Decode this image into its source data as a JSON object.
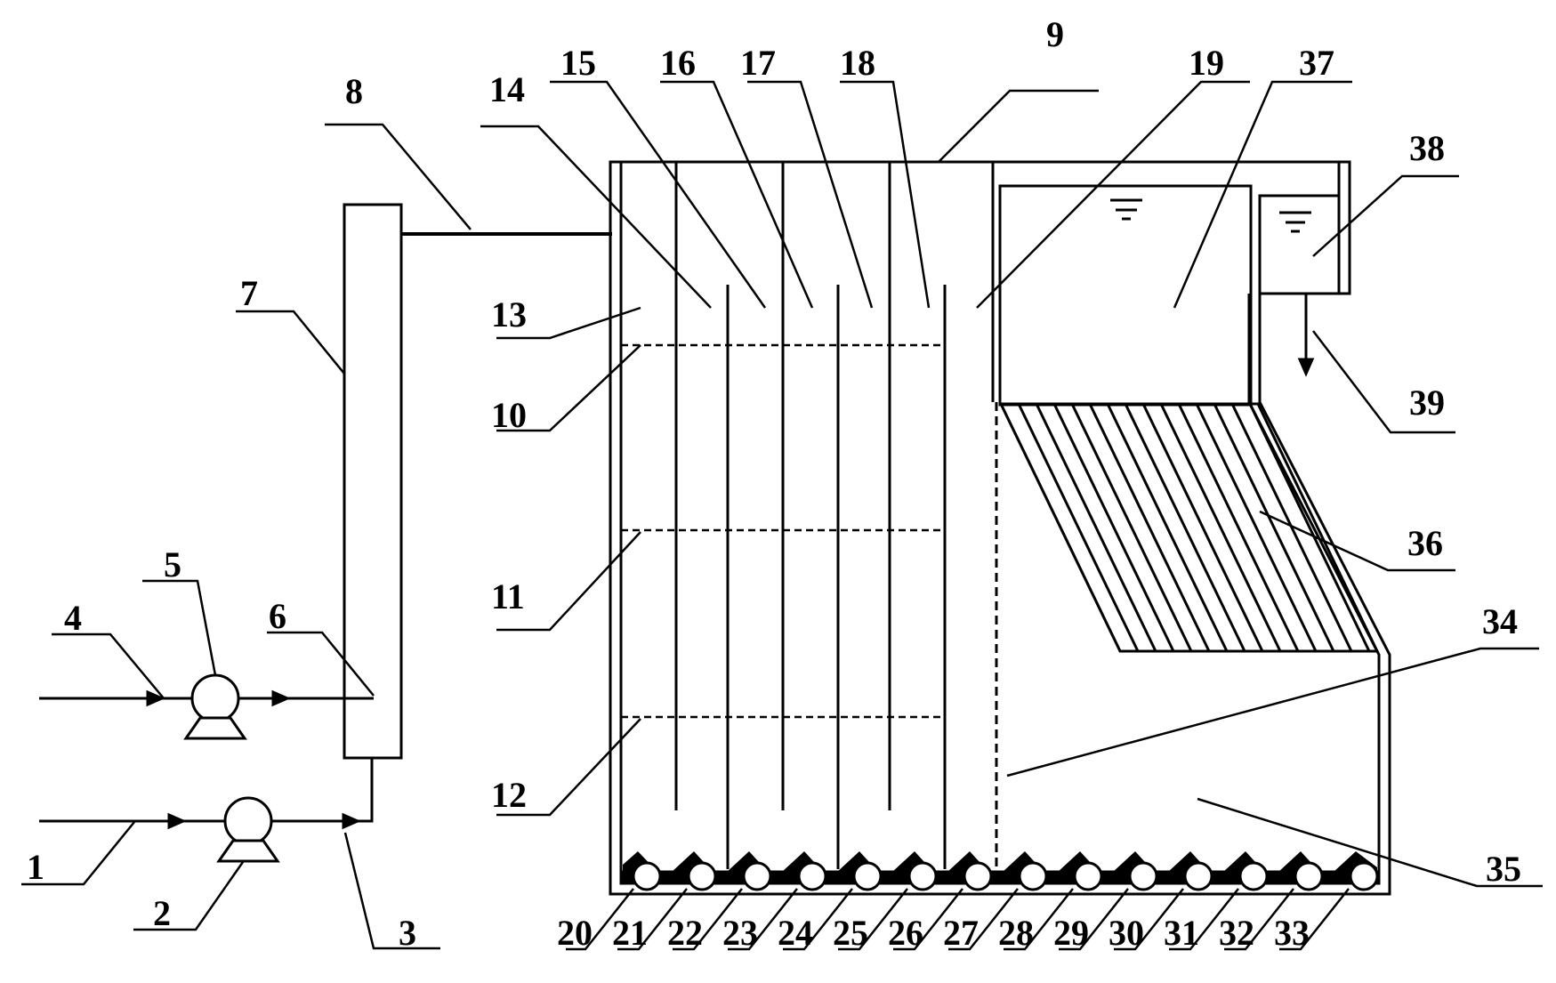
{
  "colors": {
    "ink": "#000000",
    "background": "#ffffff"
  },
  "labels": {
    "l1": "1",
    "l2": "2",
    "l3": "3",
    "l4": "4",
    "l5": "5",
    "l6": "6",
    "l7": "7",
    "l8": "8",
    "l9": "9",
    "l10": "10",
    "l11": "11",
    "l12": "12",
    "l13": "13",
    "l14": "14",
    "l15": "15",
    "l16": "16",
    "l17": "17",
    "l18": "18",
    "l19": "19",
    "l20": "20",
    "l21": "21",
    "l22": "22",
    "l23": "23",
    "l24": "24",
    "l25": "25",
    "l26": "26",
    "l27": "27",
    "l28": "28",
    "l29": "29",
    "l30": "30",
    "l31": "31",
    "l32": "32",
    "l33": "33",
    "l34": "34",
    "l35": "35",
    "l36": "36",
    "l37": "37",
    "l38": "38",
    "l39": "39"
  }
}
